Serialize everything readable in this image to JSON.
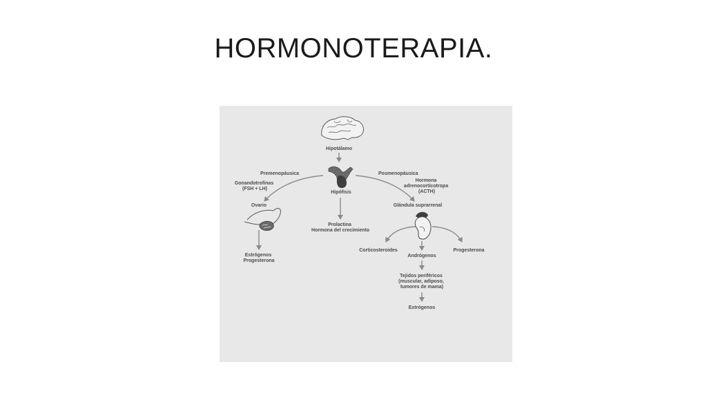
{
  "slide": {
    "title": "HORMONOTERAPIA."
  },
  "diagram": {
    "hipotalamo": "Hipotálamo",
    "premenopausica": "Premenopáusica",
    "posmenopausica": "Posmenopáusica",
    "gonadotrofinas_1": "Gonandotrofinas",
    "gonadotrofinas_2": "(FSH + LH)",
    "hipofisis": "Hipófisis",
    "hormona_1": "Hormona",
    "hormona_2": "adrenocorticotropa",
    "hormona_3": "(ACTH)",
    "ovario": "Ovario",
    "glandula": "Glándula suprarrenal",
    "prolactina_1": "Prolactina",
    "prolactina_2": "Hormona del crecimiento",
    "corticosteroides": "Corticosteroides",
    "progesterona_r": "Progesterona",
    "androgenos": "Andrógenos",
    "estrogenos_l1": "Estrógenos",
    "estrogenos_l2": "Progesterona",
    "tejidos_1": "Tejidos periféricos",
    "tejidos_2": "(muscular, adiposo,",
    "tejidos_3": "tumores de mama)",
    "estrogenos_r": "Estrógenos"
  },
  "colors": {
    "panel": "#e8e8e8",
    "line": "#8a8a8a",
    "text": "#4a4a4a"
  }
}
